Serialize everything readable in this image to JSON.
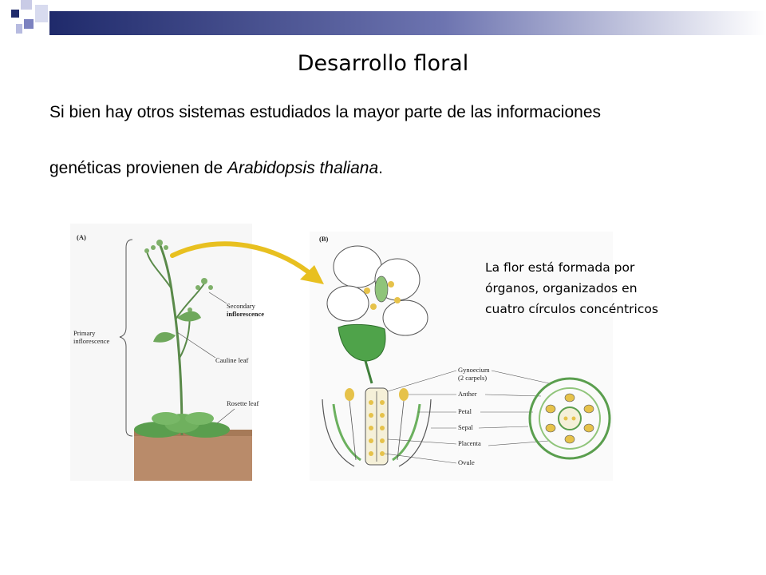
{
  "slide": {
    "title": "Desarrollo floral",
    "paragraph1": "Si bien hay otros sistemas estudiados la mayor parte de las informaciones",
    "paragraph2_prefix": "genéticas provienen de ",
    "paragraph2_species": "Arabidopsis thaliana",
    "paragraph2_suffix": ".",
    "caption_lines": [
      "La flor está formada por",
      "órganos, organizados en",
      "cuatro círculos concéntricos"
    ]
  },
  "figure": {
    "panel_a": "(A)",
    "panel_b": "(B)",
    "plant_labels": {
      "secondary": "Secondary",
      "inflorescence": "inflorescence",
      "primary": "Primary",
      "primary_inflorescence": "inflorescence",
      "cauline": "Cauline leaf",
      "rosette": "Rosette leaf"
    },
    "flower_labels": {
      "gynoecium": "Gynoecium",
      "carpels": "(2 carpels)",
      "anther": "Anther",
      "petal": "Petal",
      "sepal": "Sepal",
      "placenta": "Placenta",
      "ovule": "Ovule"
    }
  },
  "colors": {
    "deco_navy": "#1f2a6b",
    "deco_periwinkle": "#9ea3d4",
    "leaf_green": "#5a9e4e",
    "soil_brown": "#b98b6a",
    "arrow_yellow": "#e8c020",
    "anther_yellow": "#e6c24a"
  }
}
